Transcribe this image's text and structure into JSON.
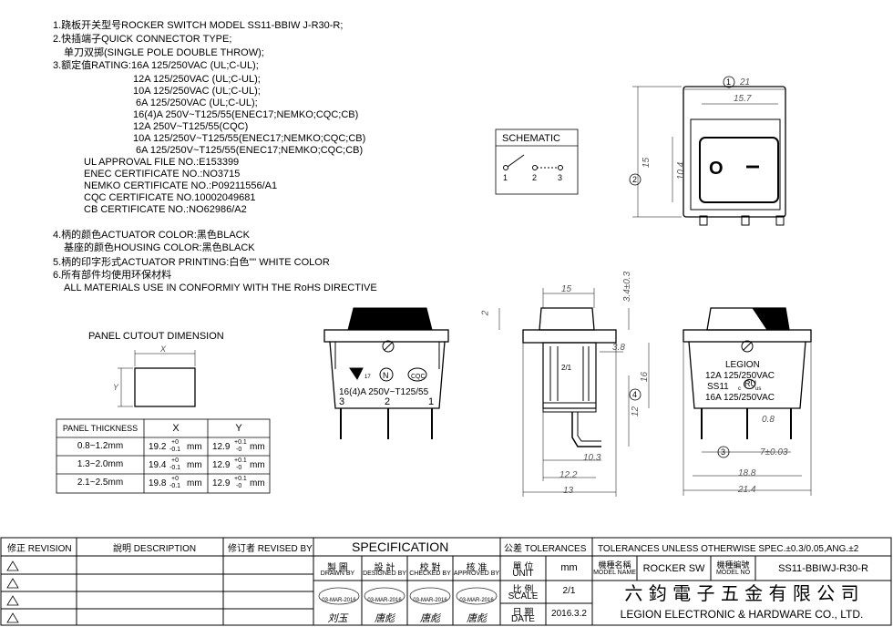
{
  "notes": {
    "l1": "1.跷板开关型号ROCKER SWITCH MODEL SS11-BBIW J-R30-R;",
    "l2": "2.快插端子QUICK CONNECTOR TYPE;",
    "l3": "单刀双掷(SINGLE POLE DOUBLE THROW);",
    "l4": "3.额定值RATING:16A 125/250VAC (UL;C-UL);",
    "l5": "12A 125/250VAC (UL;C-UL);",
    "l6": "10A 125/250VAC (UL;C-UL);",
    "l7": "6A  125/250VAC (UL;C-UL);",
    "l8": "16(4)A 250V~T125/55(ENEC17;NEMKO;CQC;CB)",
    "l9": "12A 250V~T125/55(CQC)",
    "l10": "10A 125/250V~T125/55(ENEC17;NEMKO;CQC;CB)",
    "l11": "6A  125/250V~T125/55(ENEC17;NEMKO;CQC;CB)",
    "l12": "UL APPROVAL FILE NO.:E153399",
    "l13": "ENEC CERTIFICATE NO.:NO3715",
    "l14": "NEMKO CERTIFICATE NO.:P09211556/A1",
    "l15": "CQC CERTIFICATE NO.10002049681",
    "l16": "CB CERTIFICATE NO.:NO62986/A2",
    "l17": "4.柄的颜色ACTUATOR COLOR:黑色BLACK",
    "l18": "基座的颜色HOUSING COLOR:黑色BLACK",
    "l19": "5.柄的印字形式ACTUATOR PRINTING:白色\"\" WHITE COLOR",
    "l20": "6.所有部件均使用环保材料",
    "l21": "ALL MATERIALS USE IN CONFORMIY  WITH THE RoHS DIRECTIVE"
  },
  "panel": {
    "title": "PANEL CUTOUT DIMENSION",
    "x_label": "X",
    "y_label": "Y",
    "headers": [
      "PANEL THICKNESS",
      "X",
      "Y"
    ],
    "rows": [
      {
        "t": "0.8~1.2mm",
        "x": "19.2",
        "xs": "+0",
        "xi": "-0.1",
        "xu": "mm",
        "y": "12.9",
        "ys": "+0.1",
        "yi": "-0",
        "yu": "mm"
      },
      {
        "t": "1.3~2.0mm",
        "x": "19.4",
        "xs": "+0",
        "xi": "-0.1",
        "xu": "mm",
        "y": "12.9",
        "ys": "+0.1",
        "yi": "-0",
        "yu": "mm"
      },
      {
        "t": "2.1~2.5mm",
        "x": "19.8",
        "xs": "+0",
        "xi": "-0.1",
        "xu": "mm",
        "y": "12.9",
        "ys": "+0.1",
        "yi": "-0",
        "yu": "mm"
      }
    ]
  },
  "schematic": {
    "title": "SCHEMATIC",
    "p1": "1",
    "p2": "2",
    "p3": "3"
  },
  "front": {
    "d1": "21",
    "d2": "15.7",
    "d3": "15",
    "d4": "10.4",
    "c1": "1",
    "c2": "2",
    "mark_off": "O",
    "mark_on": "I"
  },
  "left_view": {
    "rating": "16(4)A 250V~T125/55",
    "pins": [
      "3",
      "2",
      "1"
    ],
    "n_logo": "N",
    "cqc_logo": "CQC",
    "t_code": "17"
  },
  "side_view": {
    "d_15": "15",
    "d_34": "3.4±0.3",
    "d_2": "2",
    "d_38": "3.8",
    "d_16": "16",
    "d_12": "12",
    "d_103": "10.3",
    "d_122": "12.2",
    "d_13": "13",
    "c4": "4",
    "mark": "2/1"
  },
  "right_view": {
    "brand": "LEGION",
    "r1": "12A 125/250VAC",
    "model": "SS11",
    "ul": "c",
    "ul2": "us",
    "r2": "16A 125/250VAC",
    "d_08": "0.8",
    "d_7": "7±0.03",
    "d_188": "18.8",
    "d_214": "21.4",
    "c3": "3"
  },
  "titleblock": {
    "revision": "修正 REVISION",
    "description": "說明 DESCRIPTION",
    "revised_by": "修订者 REVISED BY",
    "spec": "SPECIFICATION",
    "tol_label": "公差 TOLERANCES",
    "tol_text": "TOLERANCES UNLESS OTHERWISE SPEC.±0.3/0.05,ANG.±2",
    "drawn_cn": "製  圖",
    "drawn_en": "DRAWN BY",
    "design_cn": "設  計",
    "design_en": "DESIGNED BY",
    "check_cn": "校  對",
    "check_en": "CHECKED BY",
    "approve_cn": "核  准",
    "approve_en": "APPROVED BY",
    "stamp_date": "03-MAR-2016",
    "sig1": "刘玉",
    "sig2": "唐彪",
    "sig3": "唐彪",
    "sig4": "唐彪",
    "unit_cn": "單  位",
    "unit_en": "UNIT",
    "unit_val": "mm",
    "scale_cn": "比  例",
    "scale_en": "SCALE",
    "scale_val": "2/1",
    "date_cn": "日  期",
    "date_en": "DATE",
    "date_val": "2016.3.2",
    "name_cn": "機種名稱",
    "name_en": "MODEL NAME",
    "name_val": "ROCKER SW",
    "no_cn": "機種編號",
    "no_en": "MODEL NO",
    "no_val": "SS11-BBIWJ-R30-R",
    "company_cn": "六 鈞 電 子 五 金 有 限 公 司",
    "company_en": "LEGION ELECTRONIC & HARDWARE CO., LTD."
  }
}
